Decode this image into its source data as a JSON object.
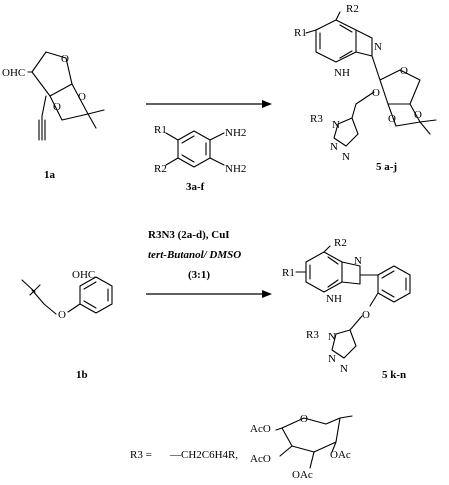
{
  "reactants": {
    "r1a": {
      "label": "1a",
      "substituent": "OHC"
    },
    "r1b": {
      "label": "1b",
      "substituent": "OHC"
    }
  },
  "diamine": {
    "label": "3a-f",
    "groups": [
      "R1",
      "R2"
    ],
    "nh2": "NH2"
  },
  "conditions": {
    "azide": "R3N3 (2a-d), CuI",
    "solvent": "tert-Butanol/ DMSO",
    "ratio": "(3:1)"
  },
  "products": {
    "p1": {
      "label": "5 a-j"
    },
    "p2": {
      "label": "5 k-n"
    }
  },
  "atoms": {
    "O": "O",
    "N": "N",
    "NH": "NH",
    "R1": "R1",
    "R2": "R2",
    "R3": "R3"
  },
  "footer": {
    "r3_prefix": "R3 = ",
    "benzyl": "—CH2C6H4R,",
    "ac1": "AcO",
    "ac2": "AcO",
    "ac3": "OAc",
    "ac4": "OAc"
  }
}
